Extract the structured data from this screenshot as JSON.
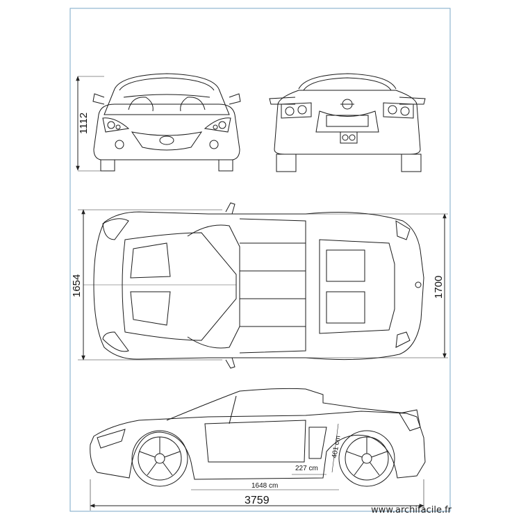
{
  "dimensions": {
    "front_height": "1112",
    "top_width_left": "1654",
    "top_width_right": "1700",
    "side_length": "3759",
    "wheelbase_inner": "1648 cm",
    "rear_overhang": "227 cm",
    "wheel_height": "401 cm"
  },
  "watermark": "www.archifacile.fr",
  "colors": {
    "line": "#1a1a1a",
    "frame": "#7aa7c7",
    "dim": "#222222"
  }
}
